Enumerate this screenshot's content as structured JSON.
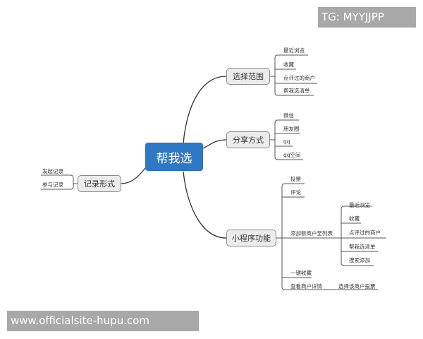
{
  "watermarks": {
    "top_right": "TG: MYYJJPP",
    "bottom_left": "www.officialsite-hupu.com"
  },
  "colors": {
    "root_fill": "#2f78c4",
    "node_fill": "#ececec",
    "line": "#333333"
  },
  "mindmap": {
    "root": "帮我选",
    "branches": {
      "select_range": {
        "label": "选择范围",
        "children": [
          "最近浏览",
          "收藏",
          "点评过的商户",
          "帮我选清单"
        ]
      },
      "share": {
        "label": "分享方式",
        "children": [
          "微信",
          "朋友圈",
          "qq",
          "qq空间"
        ]
      },
      "record": {
        "label": "记录形式",
        "children": [
          "发起记录",
          "参与记录"
        ]
      },
      "miniprogram": {
        "label": "小程序功能",
        "children": {
          "vote": "投票",
          "comment": "评论",
          "add_merchant": {
            "label": "添加新商户至列表",
            "children": [
              "最近浏览",
              "收藏",
              "点评过的商户",
              "帮我选清单",
              "搜索添加"
            ]
          },
          "one_click_fav": "一键收藏",
          "view_detail": {
            "label": "查看商户详情",
            "child": "选择该商户投票"
          }
        }
      }
    }
  }
}
